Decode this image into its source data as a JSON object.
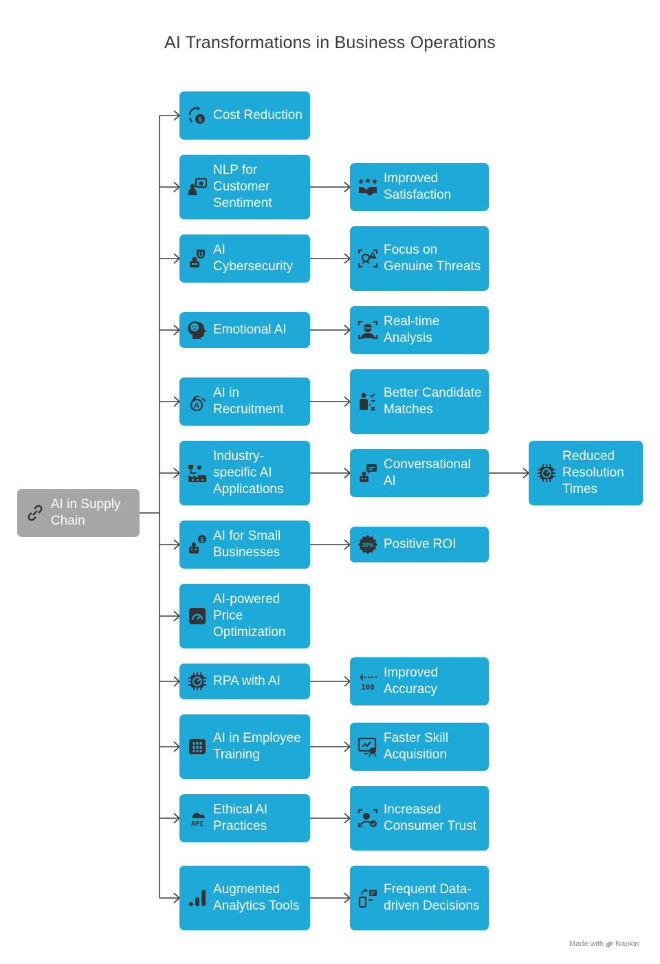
{
  "title": "AI Transformations in Business Operations",
  "colors": {
    "node": "#1eaad9",
    "root": "#a6a6a6",
    "line": "#3c3c3c",
    "icon": "#333333"
  },
  "root": {
    "label": "AI in Supply Chain",
    "icon": "link-icon"
  },
  "branches": [
    {
      "label": "Cost Reduction",
      "icon": "cost-reduction-icon",
      "children": []
    },
    {
      "label": "NLP for Customer Sentiment",
      "icon": "feedback-icon",
      "children": [
        {
          "label": "Improved Satisfaction",
          "icon": "stars-handshake-icon"
        }
      ]
    },
    {
      "label": "AI Cybersecurity",
      "icon": "robot-shield-icon",
      "children": [
        {
          "label": "Focus on Genuine Threats",
          "icon": "threat-scan-icon"
        }
      ]
    },
    {
      "label": "Emotional AI",
      "icon": "emotion-head-icon",
      "children": [
        {
          "label": "Real-time Analysis",
          "icon": "face-scan-icon"
        }
      ]
    },
    {
      "label": "AI in Recruitment",
      "icon": "cloud-ai-icon",
      "children": [
        {
          "label": "Better Candidate Matches",
          "icon": "candidate-check-icon"
        }
      ]
    },
    {
      "label": "Industry-specific AI Applications",
      "icon": "factory-icon",
      "children": [
        {
          "label": "Conversational AI",
          "icon": "chat-robot-icon",
          "children": [
            {
              "label": "Reduced Resolution Times",
              "icon": "chip-gauge-icon"
            }
          ]
        }
      ]
    },
    {
      "label": "AI for Small Businesses",
      "icon": "robot-dollar-icon",
      "children": [
        {
          "label": "Positive ROI",
          "icon": "percent-badge-icon",
          "icon_text": "30%"
        }
      ]
    },
    {
      "label": "AI-powered Price Optimization",
      "icon": "gauge-icon",
      "children": []
    },
    {
      "label": "RPA with AI",
      "icon": "chip-gauge-icon",
      "children": [
        {
          "label": "Improved Accuracy",
          "icon": "accuracy-icon",
          "icon_text": "100"
        }
      ]
    },
    {
      "label": "AI in Employee Training",
      "icon": "grid-icon",
      "children": [
        {
          "label": "Faster Skill Acquisition",
          "icon": "skill-monitor-icon"
        }
      ]
    },
    {
      "label": "Ethical AI Practices",
      "icon": "cloud-api-icon",
      "icon_text": "API",
      "children": [
        {
          "label": "Increased Consumer Trust",
          "icon": "face-check-icon"
        }
      ]
    },
    {
      "label": "Augmented Analytics Tools",
      "icon": "bar-chart-icon",
      "children": [
        {
          "label": "Frequent Data-driven Decisions",
          "icon": "phone-data-icon"
        }
      ]
    }
  ],
  "footer": {
    "made_with": "Made with",
    "brand": "Napkin"
  }
}
